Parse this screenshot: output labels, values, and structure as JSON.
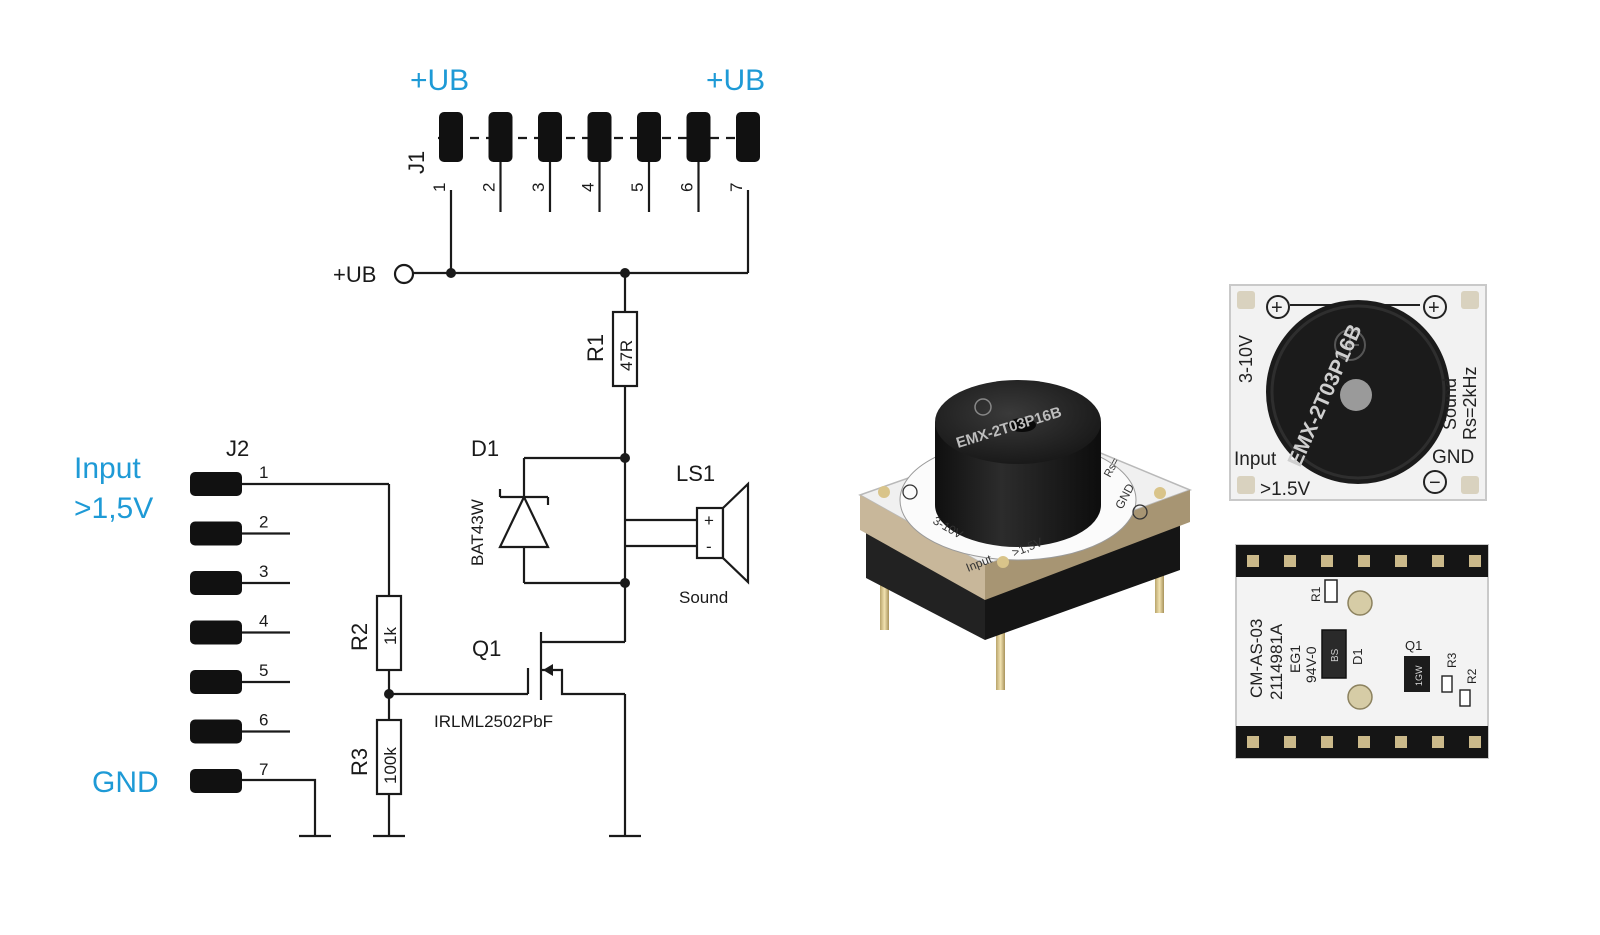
{
  "schematic": {
    "j1": {
      "name": "J1",
      "pins": [
        "1",
        "2",
        "3",
        "4",
        "5",
        "6",
        "7"
      ],
      "top_left_label": "+UB",
      "top_right_label": "+UB"
    },
    "supply_terminal": "+UB",
    "r1": {
      "name": "R1",
      "value": "47R"
    },
    "d1": {
      "name": "D1",
      "part": "BAT43W"
    },
    "ls1": {
      "name": "LS1",
      "plus": "+",
      "minus": "-",
      "label": "Sound"
    },
    "q1": {
      "name": "Q1",
      "part": "IRLML2502PbF"
    },
    "r2": {
      "name": "R2",
      "value": "1k"
    },
    "r3": {
      "name": "R3",
      "value": "100k"
    },
    "j2": {
      "name": "J2",
      "pins": [
        "1",
        "2",
        "3",
        "4",
        "5",
        "6",
        "7"
      ],
      "input_label_line1": "Input",
      "input_label_line2": ">1,5V",
      "gnd_label": "GND"
    }
  },
  "photo_angled": {
    "part_text": "EMX-2T03P16B",
    "voltage": "3-10V",
    "input": "Input",
    "input_level": ">1,5V",
    "gnd": "GND",
    "rs": "Rs="
  },
  "photo_top": {
    "voltage": "3-10V",
    "part_text": "EMX-2T03P16B",
    "sound": "Sound",
    "rs": "Rs=2kHz",
    "input": "Input",
    "input_level": ">1.5V",
    "gnd": "GND",
    "plus": "+",
    "minus": "−"
  },
  "photo_bottom": {
    "board_id": "CM-AS-03",
    "batch": "2114981A",
    "cert": "EG1",
    "rating": "94V-0",
    "r1": "R1",
    "d1": "D1",
    "d1_mark": "BS",
    "q1": "Q1",
    "q1_mark": "1GW",
    "r3": "R3",
    "r2": "R2"
  },
  "colors": {
    "accent": "#1e9ad6",
    "ink": "#1a1a1a",
    "board_white": "#f2f2f2",
    "header_black": "#151515",
    "buzzer_black": "#1c1c1c",
    "pin_gold": "#d9c48a"
  }
}
